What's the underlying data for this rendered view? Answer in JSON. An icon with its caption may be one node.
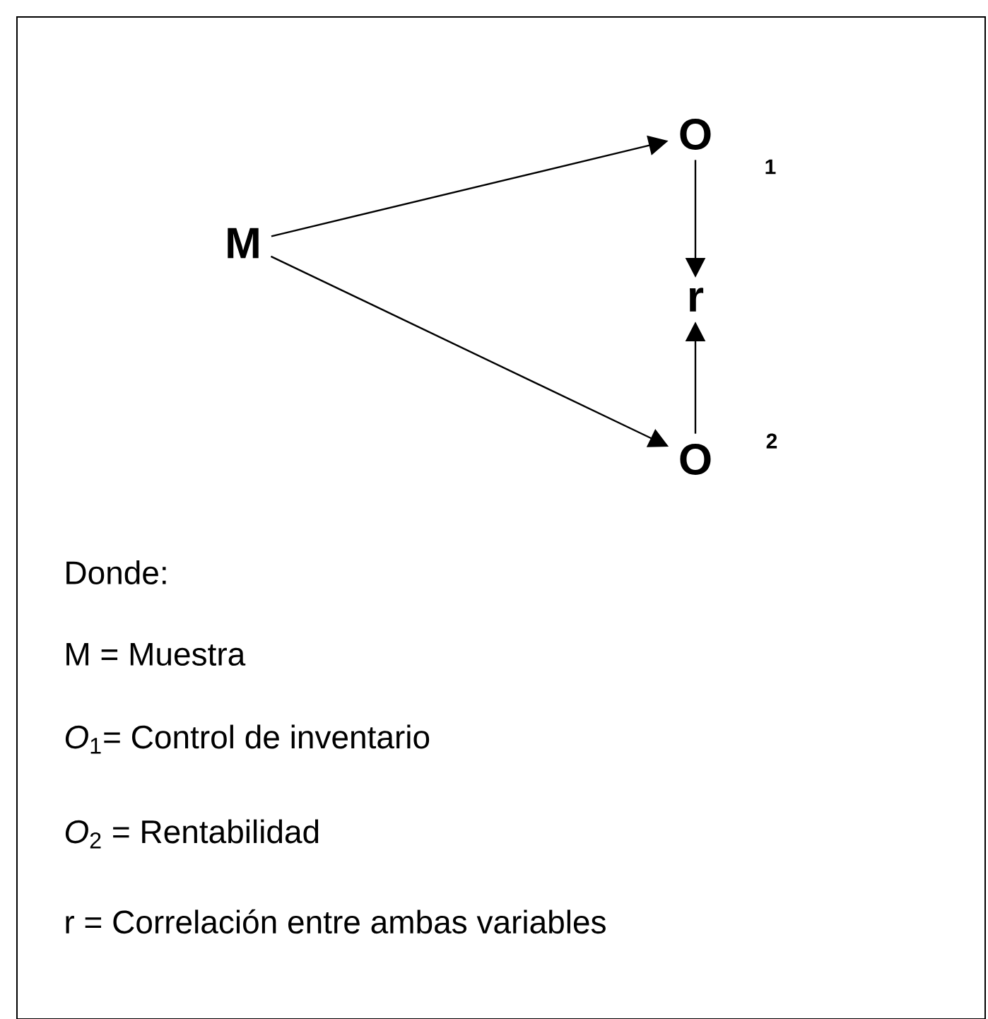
{
  "diagram": {
    "nodes": [
      {
        "text": [
          "M"
        ]
      },
      {
        "text": [
          "O"
        ],
        "beside": [
          "1"
        ]
      },
      {
        "text": [
          "r"
        ]
      },
      {
        "text": [
          "O"
        ],
        "beside": [
          "2"
        ]
      }
    ],
    "edges": [
      {
        "from": 0,
        "to": 1,
        "arrow": "to"
      },
      {
        "from": 0,
        "to": 3,
        "arrow": "to"
      },
      {
        "from": 1,
        "to": 2,
        "arrow": "to"
      },
      {
        "from": 3,
        "to": 2,
        "arrow": "to"
      }
    ],
    "labels": [
      "Donde:",
      "M = Muestra",
      "*O*$_{1}$= Control de inventario",
      "*O*$_{2}$ = Rentabilidad",
      "r = Correlación entre ambas variables"
    ]
  }
}
